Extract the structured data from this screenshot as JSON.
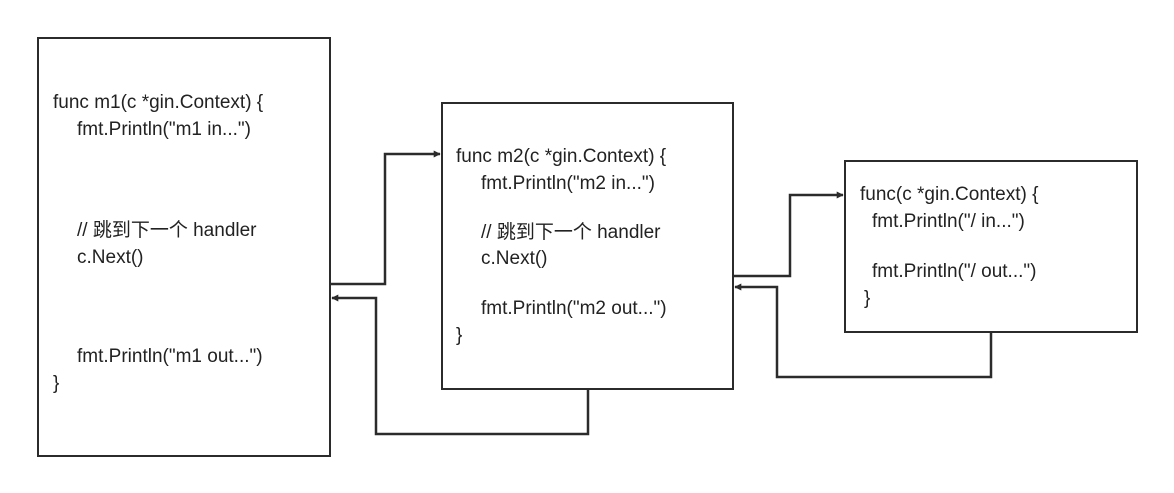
{
  "diagram": {
    "title": "",
    "m1": {
      "lines": [
        "func m1(c *gin.Context) {",
        "fmt.Println(\"m1 in...\")",
        "// 跳到下一个 handler",
        "c.Next()",
        "fmt.Println(\"m1 out...\")",
        "}"
      ]
    },
    "m2": {
      "lines": [
        "func m2(c *gin.Context) {",
        "fmt.Println(\"m2 in...\")",
        "// 跳到下一个 handler",
        "c.Next()",
        "fmt.Println(\"m2 out...\")",
        "}"
      ]
    },
    "handler": {
      "lines": [
        "func(c *gin.Context) {",
        "fmt.Println(\"/ in...\")",
        "fmt.Println(\"/ out...\")",
        "}"
      ]
    },
    "colors": {
      "stroke": "#2b2b2b",
      "text": "#222222",
      "background": "#ffffff"
    }
  }
}
